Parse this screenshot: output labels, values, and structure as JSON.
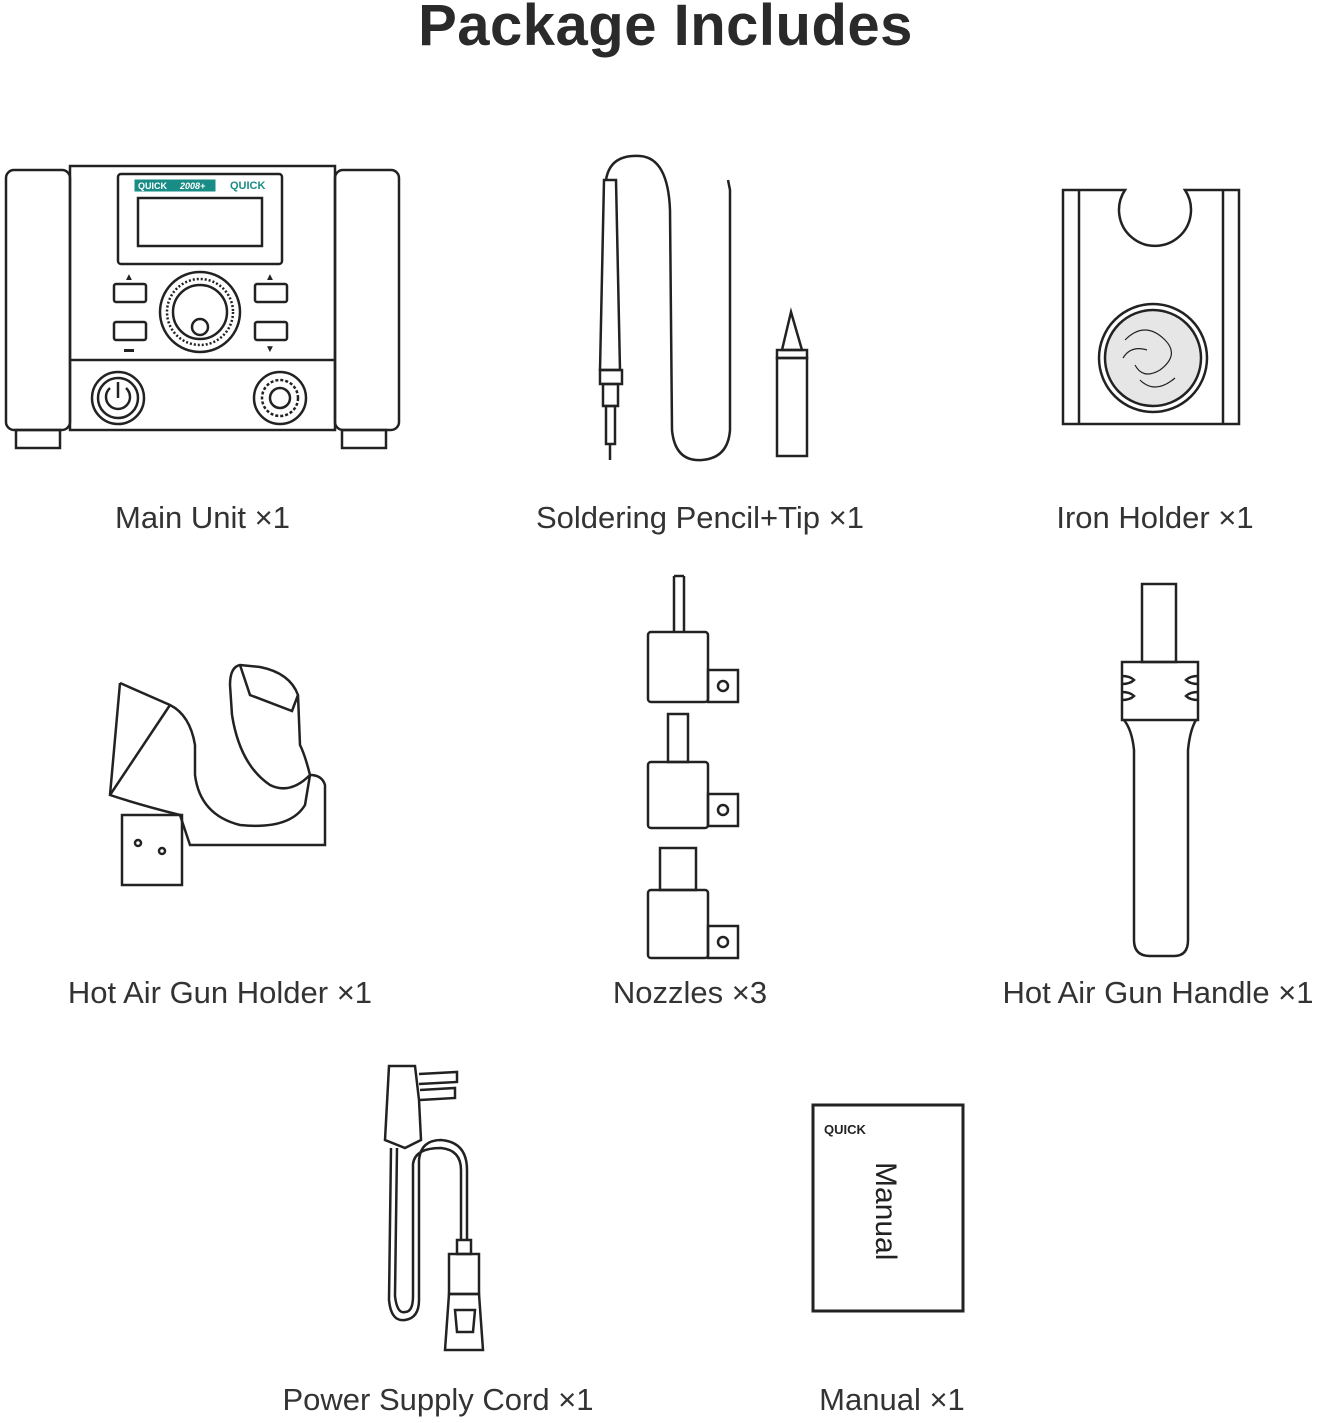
{
  "title": "Package Includes",
  "brand": {
    "logo_text": "QUICK",
    "model_text": "2008+",
    "manual_brand": "QUICK",
    "accent": "#1a8c86"
  },
  "items": [
    {
      "label": "Main Unit ×1"
    },
    {
      "label": "Soldering Pencil+Tip ×1"
    },
    {
      "label": "Iron Holder ×1"
    },
    {
      "label": "Hot Air Gun Holder ×1"
    },
    {
      "label": "Nozzles ×3"
    },
    {
      "label": "Hot Air Gun Handle ×1"
    },
    {
      "label": "Power Supply Cord ×1"
    },
    {
      "label": "Manual ×1"
    }
  ],
  "manual_cover_text": "Manual"
}
